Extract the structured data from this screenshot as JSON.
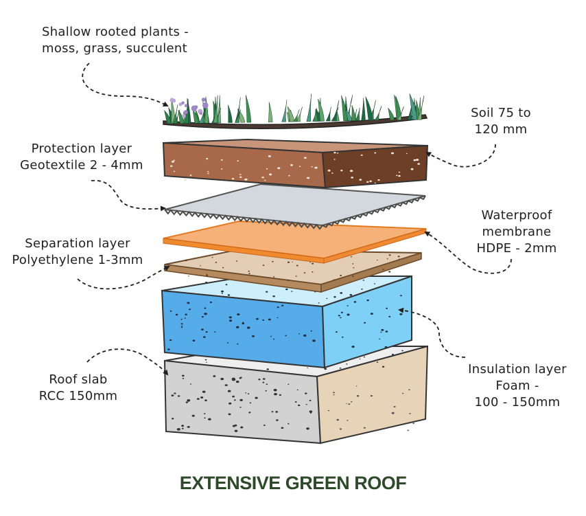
{
  "title": "EXTENSIVE GREEN ROOF",
  "labels": {
    "plants": "Shallow rooted plants -\nmoss, grass, succulent",
    "soil": "Soil 75 to\n120 mm",
    "protection": "Protection layer\nGeotextile 2 - 4mm",
    "waterproof": "Waterproof\nmembrane\nHDPE - 2mm",
    "separation": "Separation layer\nPolyethylene 1-3mm",
    "insulation": "Insulation layer\nFoam -\n100 - 150mm",
    "slab": "Roof slab\nRCC 150mm"
  },
  "colors": {
    "title": "#2f4a2a",
    "soil_front": "#a8694a",
    "soil_side": "#6e3f27",
    "soil_top": "#c9957a",
    "geotextile": "#d3d8de",
    "membrane": "#f6b178",
    "separation": "#e3cdb4",
    "insulation_front": "#56abe9",
    "insulation_side": "#7fd0f7",
    "insulation_top": "#cdeefc",
    "slab_front": "#d2d2d2",
    "slab_side": "#e6d3b8",
    "slab_top": "#eeeeee",
    "plants": "#3f8f55"
  }
}
